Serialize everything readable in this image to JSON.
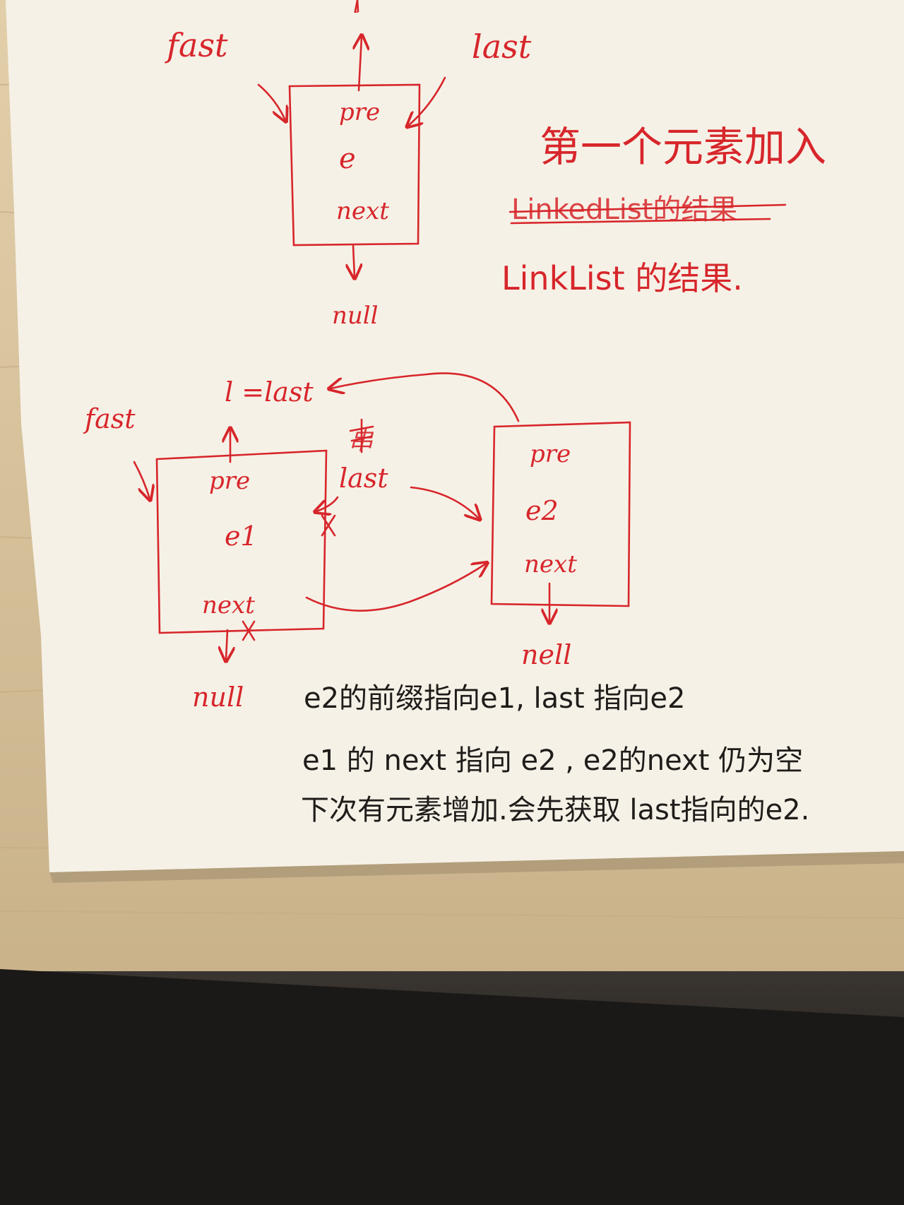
{
  "colors": {
    "red_ink": "#d7262b",
    "black_ink": "#1f1c1a",
    "paper": "#f6f1e7",
    "desk": "#d8c3a0",
    "dark": "#1b1917"
  },
  "diagram1": {
    "top_pointer_label": "l",
    "fast_label": "fast",
    "last_label": "last",
    "node": {
      "pre": "pre",
      "value": "e",
      "next": "next"
    },
    "null_label": "null"
  },
  "notes_top": {
    "title": "第一个元素加入",
    "struck_text": "LinkedList的结果",
    "caption": "LinkList 的结果."
  },
  "diagram2": {
    "l_eq_last": "l =last",
    "fast_label": "fast",
    "struck_mark": "串",
    "last_label": "last",
    "node1": {
      "pre": "pre",
      "value": "e1",
      "next": "next"
    },
    "node2": {
      "pre": "pre",
      "value": "e2",
      "next": "next"
    },
    "null1": "null",
    "null2": "nell",
    "cross_mark": "×"
  },
  "notes_bottom": {
    "line1": "e2的前缀指向e1, last 指向e2",
    "line2": "e1 的 next 指向 e2 , e2的next 仍为空",
    "line3": "下次有元素增加.会先获取 last指向的e2."
  }
}
